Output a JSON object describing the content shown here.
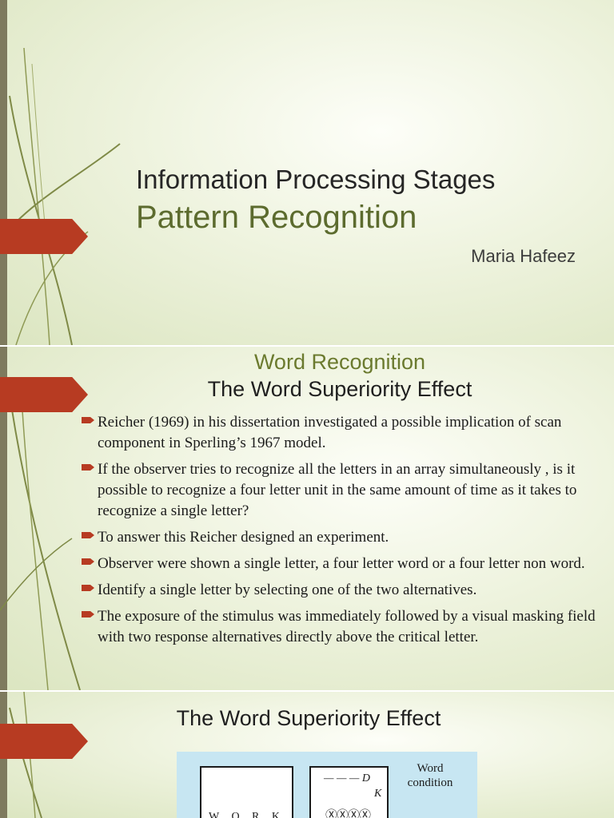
{
  "slide1": {
    "title_line1": "Information Processing Stages",
    "title_line2": "Pattern Recognition",
    "author": "Maria Hafeez"
  },
  "slide2": {
    "title": "Word Recognition",
    "subtitle": "The Word Superiority Effect",
    "bullets": [
      "Reicher (1969) in his dissertation investigated a possible implication of scan component in Sperling’s 1967 model.",
      "If the observer tries to recognize all the letters in an array simultaneously , is it possible to recognize a four letter unit in the same amount of time as it takes to recognize a single letter?",
      "To answer this Reicher designed an experiment.",
      "Observer were shown a single letter, a four letter word or a four letter non word.",
      "Identify a single letter  by selecting one of the two alternatives.",
      "The exposure of the stimulus was immediately followed by a visual masking field with two response alternatives directly above the critical letter."
    ]
  },
  "slide3": {
    "title": "The Word Superiority Effect",
    "figure": {
      "stimulus_word": "W O R K",
      "alternatives_line": "— — — D",
      "alternative_k": "K",
      "mask": "ⓍⓍⓍⓍ",
      "condition_label": "Word condition"
    }
  },
  "theme": {
    "accent_red": "#b73b22",
    "title_green": "#5c6b2e",
    "figure_blue": "#c7e6f2"
  }
}
